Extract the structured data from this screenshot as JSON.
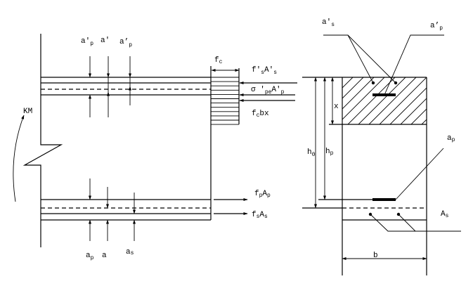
{
  "diagram": {
    "description": "Prestressed concrete flexural member: internal force equilibrium (elevation) and cross-section",
    "labels": {
      "top_ap_prime_left": [
        "a'",
        "p"
      ],
      "top_a_prime": [
        "a'"
      ],
      "top_ap_prime_right": [
        "a’",
        "p"
      ],
      "stress_fc": [
        "f",
        "c"
      ],
      "comp_steel_force": [
        "f'",
        "s",
        "A'",
        "s"
      ],
      "comp_prestress_force": [
        "σ '",
        "pe",
        "A'",
        "p"
      ],
      "concrete_force": [
        "f",
        "c",
        "bx"
      ],
      "moment": [
        "KM"
      ],
      "tension_prestress_force": [
        "f",
        "p",
        "A",
        "p"
      ],
      "tension_steel_force": [
        "f",
        "s",
        "A",
        "s"
      ],
      "bottom_ap": [
        "a",
        "p"
      ],
      "bottom_a": [
        "a"
      ],
      "bottom_as": [
        "a",
        "s"
      ],
      "section_as_prime": [
        "a'",
        "s"
      ],
      "section_ap_prime": [
        "a’",
        "p"
      ],
      "depth_x": [
        "x"
      ],
      "h0": [
        "h",
        "0"
      ],
      "hp": [
        "h",
        "p"
      ],
      "section_ap": [
        "a",
        "p"
      ],
      "section_As": [
        "A",
        "s"
      ],
      "width_b": [
        "b"
      ]
    }
  }
}
